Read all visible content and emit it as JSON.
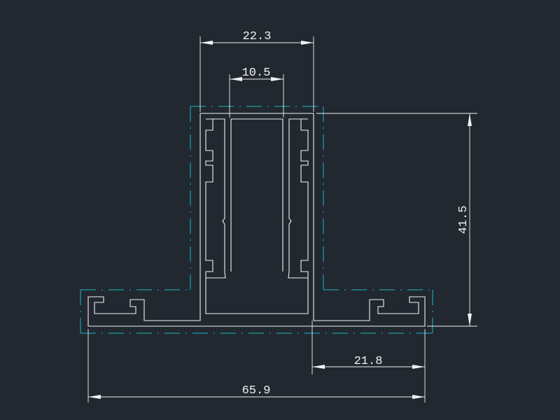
{
  "drawing": {
    "background": "#212830",
    "profile_color": "#f2f2f2",
    "centerline_color": "#19b8c4"
  },
  "dimensions": {
    "stem_width": "22.3",
    "slot_width": "10.5",
    "stem_height": "41.5",
    "flange_offset": "21.8",
    "total_width": "65.9"
  }
}
